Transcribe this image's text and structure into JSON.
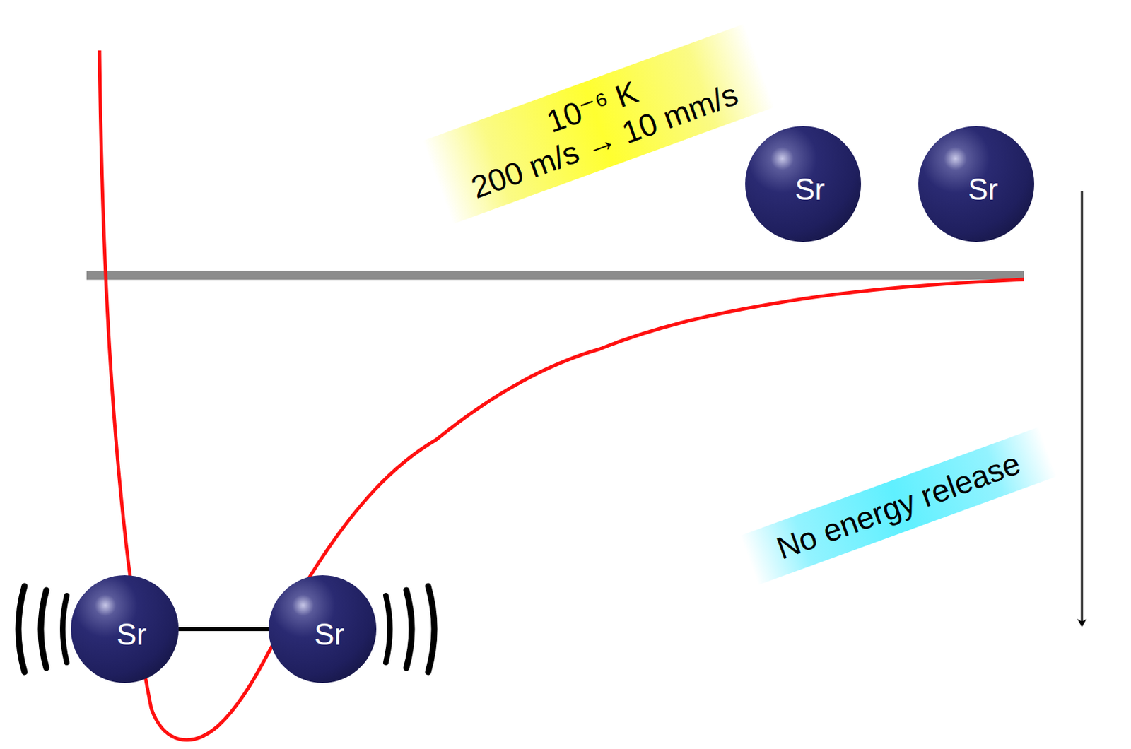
{
  "diagram": {
    "nodes": [
      {
        "text": [
          "Sr"
        ]
      },
      {
        "text": [
          "Sr"
        ]
      },
      {
        "text": [
          "Sr"
        ]
      },
      {
        "text": [
          "Sr"
        ]
      }
    ],
    "edges": [
      {
        "from": 2,
        "to": 3,
        "arrow": "none"
      }
    ],
    "labels": [
      "10⁻⁶ K",
      "200 m/s → 10 mm/s",
      "No energy release"
    ]
  }
}
